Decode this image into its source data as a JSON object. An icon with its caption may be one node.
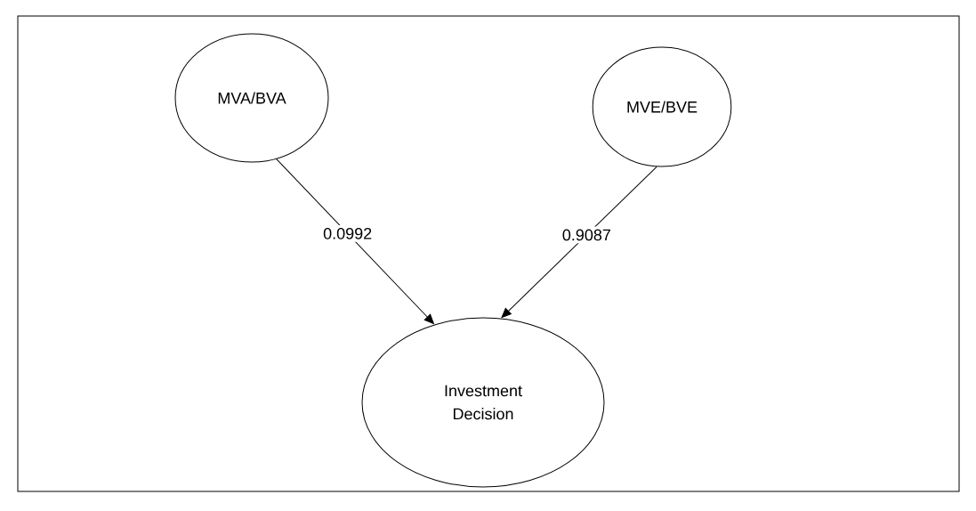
{
  "diagram": {
    "nodes": [
      {
        "text": [
          "MVA/BVA"
        ]
      },
      {
        "text": [
          "MVE/BVE"
        ]
      },
      {
        "text": [
          "Investment Decision"
        ]
      }
    ],
    "edges": [
      {
        "from": 0,
        "to": 2,
        "arrow": "to",
        "label": "0.0992"
      },
      {
        "from": 1,
        "to": 2,
        "arrow": "to",
        "label": "0.9087"
      }
    ]
  }
}
